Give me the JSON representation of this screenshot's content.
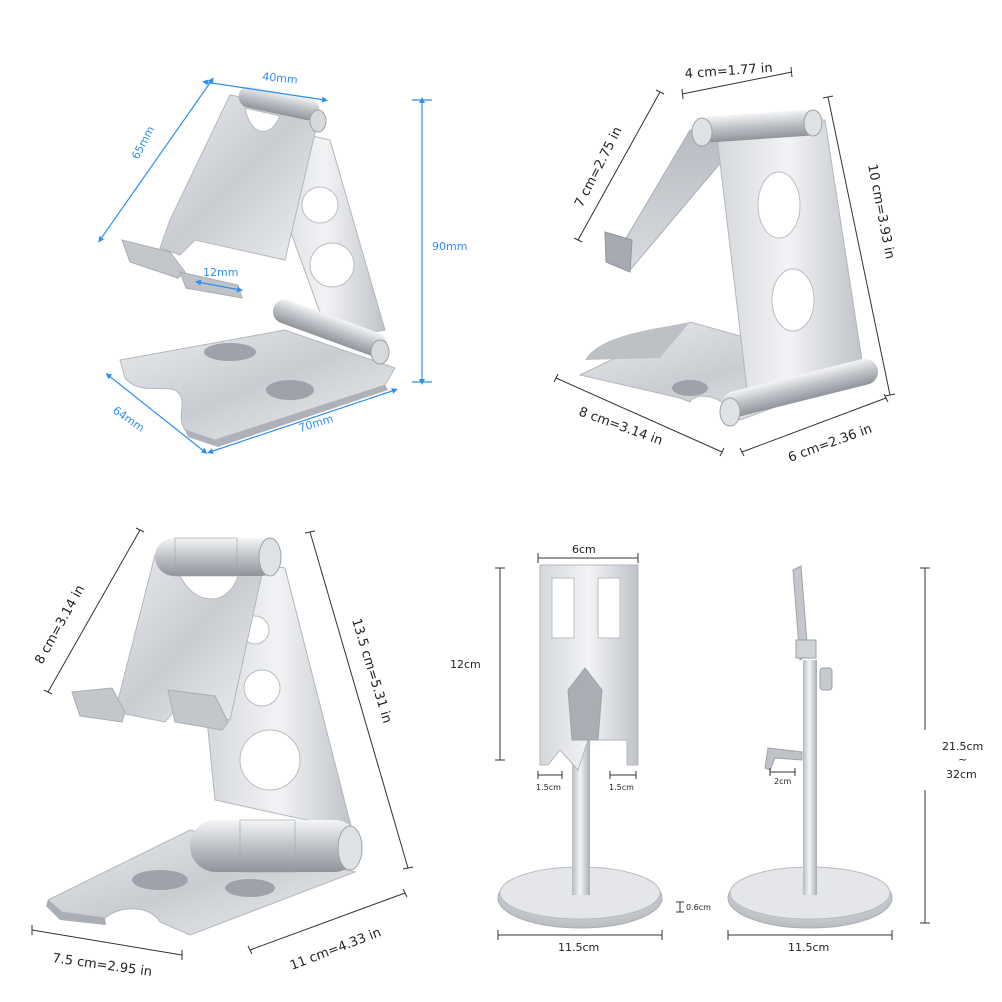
{
  "panels": {
    "top_left": {
      "labels": {
        "width_top": "40mm",
        "depth_side": "65mm",
        "height": "90mm",
        "lip": "12mm",
        "base_depth": "64mm",
        "base_width": "70mm"
      },
      "dimension_color": "#2e8ff0"
    },
    "top_right": {
      "labels": {
        "top_width": "4 cm=1.77 in",
        "back_leg": "7 cm=2.75 in",
        "height": "10 cm=3.93 in",
        "base_depth": "8 cm=3.14 in",
        "base_width": "6 cm=2.36 in"
      }
    },
    "bottom_left": {
      "labels": {
        "upper_leg": "8 cm=3.14 in",
        "height": "13.5 cm=5.31 in",
        "base_depth": "7.5 cm=2.95 in",
        "base_width": "11 cm=4.33 in"
      }
    },
    "bottom_right": {
      "labels": {
        "top_width": "6cm",
        "holder_height": "12cm",
        "hook_left": "1.5cm",
        "hook_right": "1.5cm",
        "base_thickness": "0.6cm",
        "base_front": "11.5cm",
        "base_side": "11.5cm",
        "hook_side": "2cm",
        "height_range_top": "21.5cm",
        "height_range_sep": "~",
        "height_range_bottom": "32cm"
      }
    }
  }
}
